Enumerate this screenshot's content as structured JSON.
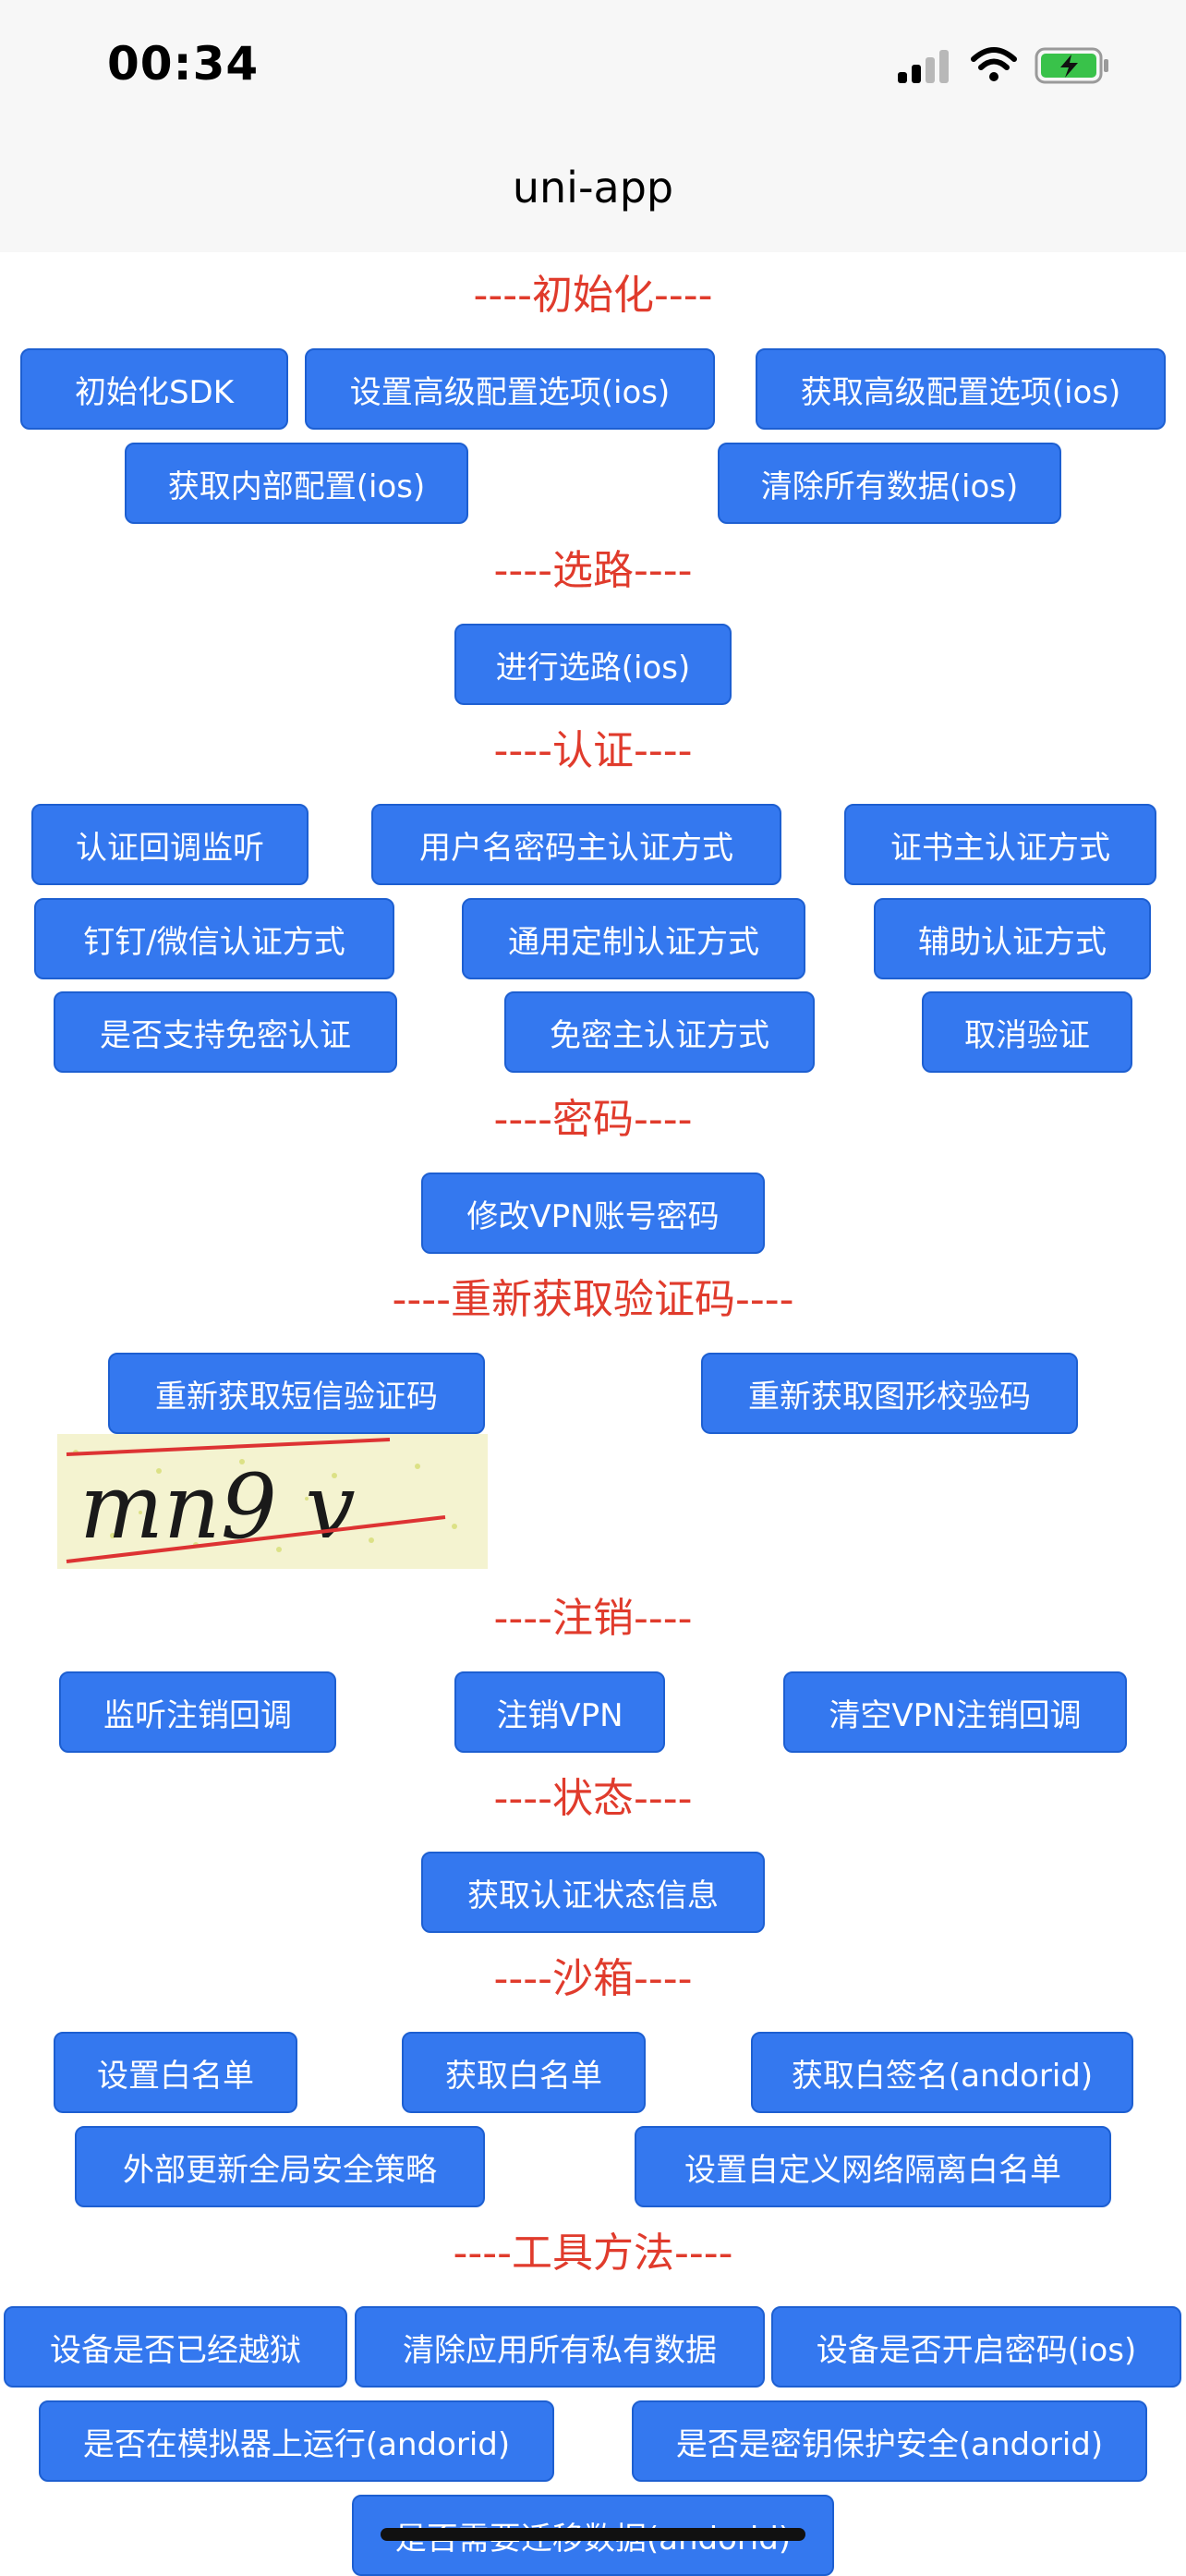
{
  "status_bar": {
    "time": "00:34"
  },
  "nav": {
    "title": "uni-app"
  },
  "sections": {
    "init": "----初始化----",
    "route": "----选路----",
    "auth": "----认证----",
    "password": "----密码----",
    "captcha": "----重新获取验证码----",
    "logout": "----注销----",
    "state": "----状态----",
    "sandbox": "----沙箱----",
    "tools": "----工具方法----"
  },
  "buttons": {
    "init_sdk": "初始化SDK",
    "set_adv_config": "设置高级配置选项(ios)",
    "get_adv_config": "获取高级配置选项(ios)",
    "get_internal_config": "获取内部配置(ios)",
    "clear_all_data": "清除所有数据(ios)",
    "select_route": "进行选路(ios)",
    "auth_callback_listen": "认证回调监听",
    "auth_username_password": "用户名密码主认证方式",
    "auth_cert": "证书主认证方式",
    "auth_dingtalk_wechat": "钉钉/微信认证方式",
    "auth_custom": "通用定制认证方式",
    "auth_aux": "辅助认证方式",
    "support_passwordless": "是否支持免密认证",
    "auth_passwordless": "免密主认证方式",
    "cancel_verify": "取消验证",
    "change_vpn_password": "修改VPN账号密码",
    "resend_sms_code": "重新获取短信验证码",
    "resend_graphic_code": "重新获取图形校验码",
    "listen_logout_callback": "监听注销回调",
    "logout_vpn": "注销VPN",
    "clear_logout_callback": "清空VPN注销回调",
    "get_auth_state": "获取认证状态信息",
    "set_whitelist": "设置白名单",
    "get_whitelist": "获取白名单",
    "get_white_signature": "获取白签名(andorid)",
    "update_security_policy": "外部更新全局安全策略",
    "set_network_isolation_whitelist": "设置自定义网络隔离白名单",
    "is_jailbroken": "设备是否已经越狱",
    "clear_private_data": "清除应用所有私有数据",
    "passcode_enabled": "设备是否开启密码(ios)",
    "run_on_emulator": "是否在模拟器上运行(andorid)",
    "key_protection_safe": "是否是密钥保护安全(andorid)",
    "need_migrate_data": "是否需要迁移数据(andorid)"
  },
  "captcha": {
    "text": "mn9 v"
  },
  "colors": {
    "accent": "#3478ef",
    "section_title": "#e03b2c",
    "nav_bg": "#f7f7f7"
  }
}
